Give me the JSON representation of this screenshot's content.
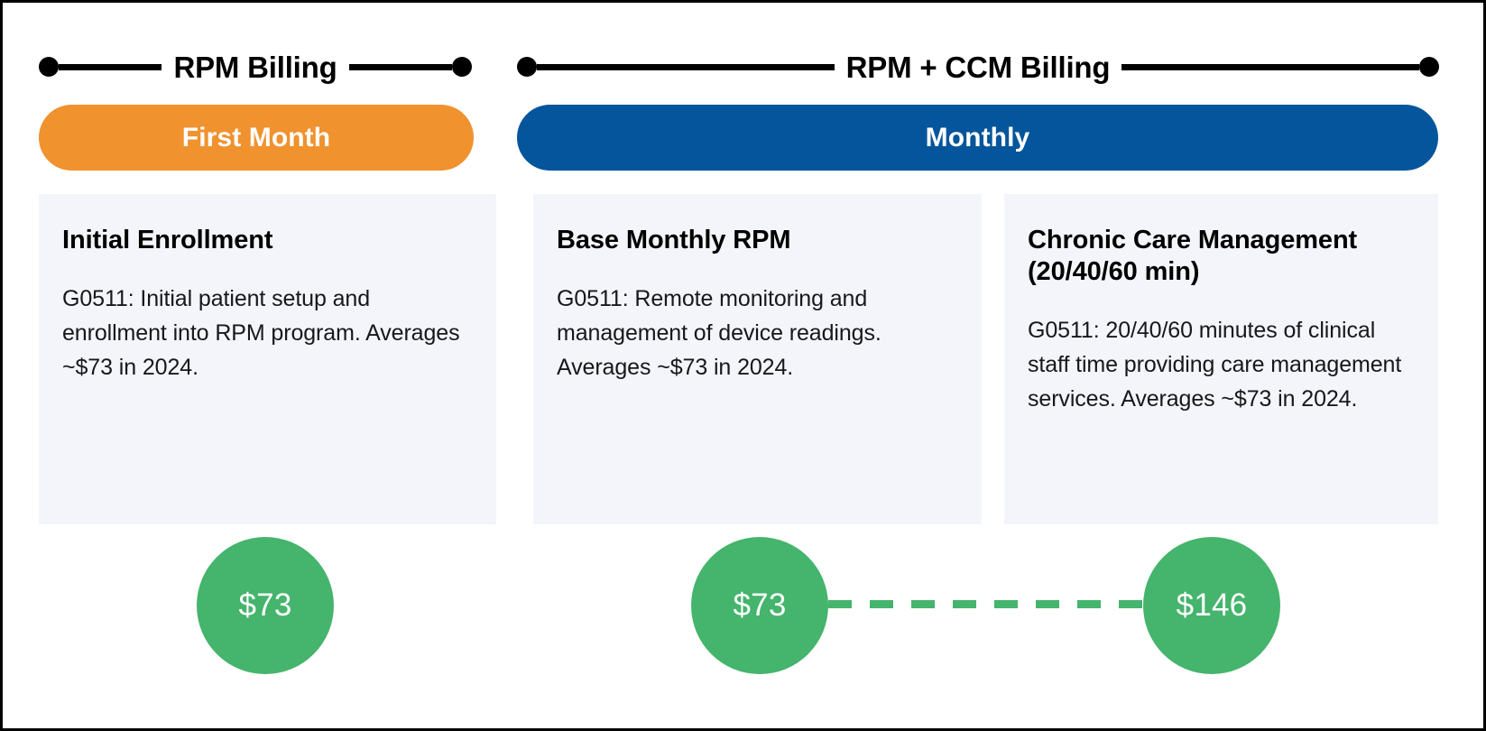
{
  "figure": {
    "type": "billing-comparison-diagram",
    "colors": {
      "orange_banner": "#F0922E",
      "blue_banner": "#04559B",
      "green_circle": "#45B46C",
      "card_background": "#F3F5FA",
      "border": "#000000",
      "text": "#000000"
    }
  },
  "brackets": [
    {
      "label": "RPM Billing"
    },
    {
      "label": "RPM + CCM Billing"
    }
  ],
  "banners": [
    {
      "label": "First Month",
      "color": "#F0922E"
    },
    {
      "label": "Monthly",
      "color": "#04559B"
    }
  ],
  "cards": [
    {
      "title": "Initial Enrollment",
      "description": "G0511: Initial patient setup and enrollment into RPM program. Averages ~$73 in 2024."
    },
    {
      "title": "Base Monthly RPM",
      "description": "G0511: Remote monitoring and management of device readings. Averages ~$73 in 2024."
    },
    {
      "title": "Chronic Care Management (20/40/60 min)",
      "description": "G0511: 20/40/60 minutes of clinical staff time providing care management services. Averages ~$73 in 2024."
    }
  ],
  "prices": [
    {
      "label": "$73",
      "name": "initial-enrollment-price"
    },
    {
      "label": "$73",
      "name": "base-monthly-rpm-price"
    },
    {
      "label": "$146",
      "name": "rpm-ccm-total-price"
    }
  ],
  "connector": {
    "style": "dashed",
    "color": "#45B46C"
  }
}
